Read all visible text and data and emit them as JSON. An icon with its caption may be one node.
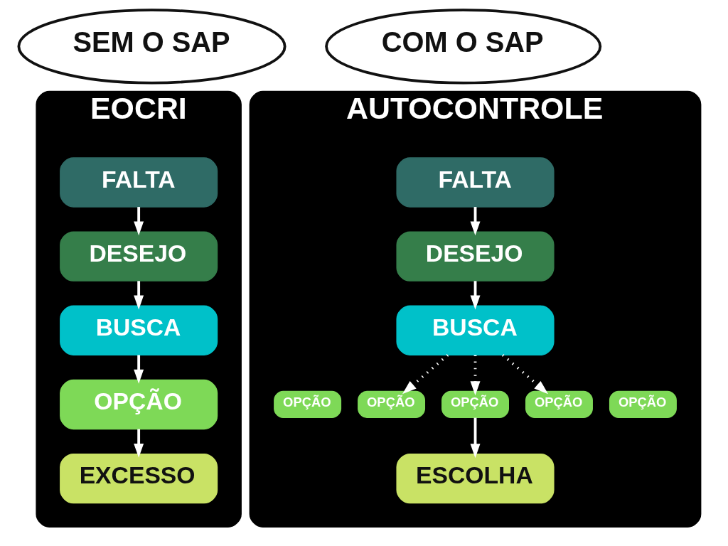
{
  "diagram": {
    "nodes": [
      {
        "text": [
          "SEM O SAP"
        ]
      },
      {
        "text": [
          "EOCRI"
        ]
      },
      {
        "text": [
          "FALTA"
        ],
        "in": 1
      },
      {
        "text": [
          "DESEJO"
        ],
        "in": 1
      },
      {
        "text": [
          "BUSCA"
        ],
        "in": 1
      },
      {
        "text": [
          "OPÇÃO"
        ],
        "in": 1
      },
      {
        "text": [
          "EXCESSO"
        ],
        "in": 1
      },
      {
        "text": [
          "COM O SAP"
        ]
      },
      {
        "text": [
          "AUTOCONTROLE"
        ]
      },
      {
        "text": [
          "FALTA"
        ],
        "in": 8
      },
      {
        "text": [
          "DESEJO"
        ],
        "in": 8
      },
      {
        "text": [
          "BUSCA"
        ],
        "in": 8
      },
      {
        "text": [
          "OPÇÃO"
        ],
        "in": 8
      },
      {
        "text": [
          "OPÇÃO"
        ],
        "in": 8
      },
      {
        "text": [
          "OPÇÃO"
        ],
        "in": 8
      },
      {
        "text": [
          "OPÇÃO"
        ],
        "in": 8
      },
      {
        "text": [
          "OPÇÃO"
        ],
        "in": 8
      },
      {
        "text": [
          "ESCOLHA"
        ],
        "in": 8
      }
    ],
    "edges": [
      {
        "from": 2,
        "to": 3,
        "arrow": "to"
      },
      {
        "from": 3,
        "to": 4,
        "arrow": "to"
      },
      {
        "from": 4,
        "to": 5,
        "arrow": "to"
      },
      {
        "from": 5,
        "to": 6,
        "arrow": "to"
      },
      {
        "from": 9,
        "to": 10,
        "arrow": "to"
      },
      {
        "from": 10,
        "to": 11,
        "arrow": "to"
      },
      {
        "from": 11,
        "to": 13,
        "arrow": "to",
        "style": "dashed"
      },
      {
        "from": 11,
        "to": 14,
        "arrow": "to",
        "style": "dashed"
      },
      {
        "from": 11,
        "to": 15,
        "arrow": "to",
        "style": "dashed"
      },
      {
        "from": 14,
        "to": 17,
        "arrow": "to"
      }
    ]
  }
}
